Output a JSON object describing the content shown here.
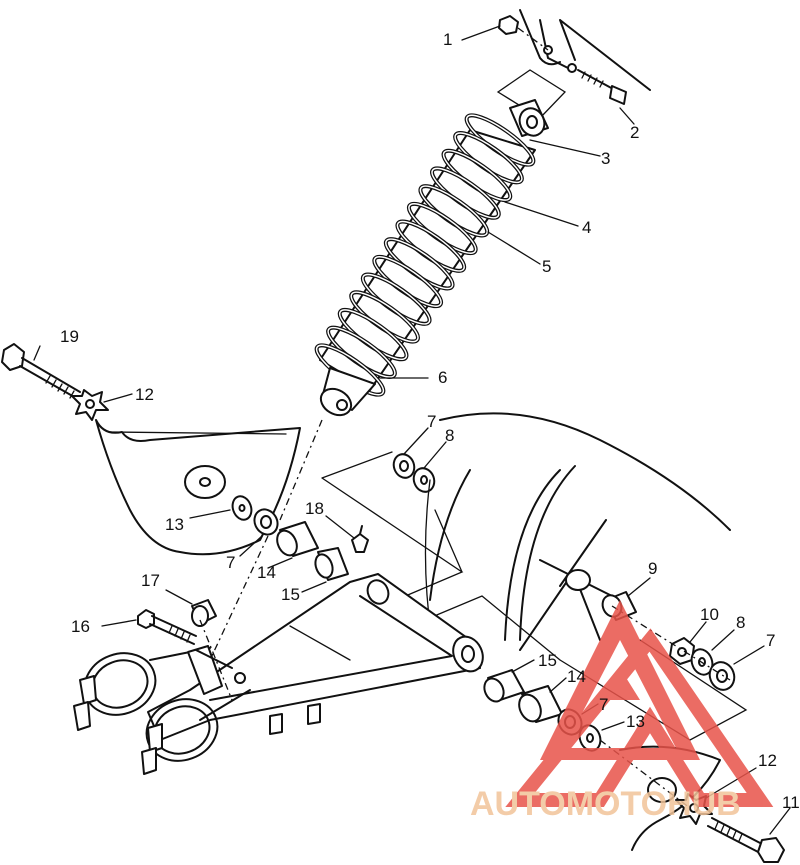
{
  "callouts": [
    {
      "id": "c1",
      "text": "1"
    },
    {
      "id": "c2",
      "text": "2"
    },
    {
      "id": "c3",
      "text": "3"
    },
    {
      "id": "c4",
      "text": "4"
    },
    {
      "id": "c5",
      "text": "5"
    },
    {
      "id": "c6",
      "text": "6"
    },
    {
      "id": "c7a",
      "text": "7"
    },
    {
      "id": "c8a",
      "text": "8"
    },
    {
      "id": "c19",
      "text": "19"
    },
    {
      "id": "c12a",
      "text": "12"
    },
    {
      "id": "c13a",
      "text": "13"
    },
    {
      "id": "c7b",
      "text": "7"
    },
    {
      "id": "c14a",
      "text": "14"
    },
    {
      "id": "c18",
      "text": "18"
    },
    {
      "id": "c15a",
      "text": "15"
    },
    {
      "id": "c17",
      "text": "17"
    },
    {
      "id": "c16",
      "text": "16"
    },
    {
      "id": "c9",
      "text": "9"
    },
    {
      "id": "c10",
      "text": "10"
    },
    {
      "id": "c8b",
      "text": "8"
    },
    {
      "id": "c7c",
      "text": "7"
    },
    {
      "id": "c15b",
      "text": "15"
    },
    {
      "id": "c14b",
      "text": "14"
    },
    {
      "id": "c7d",
      "text": "7"
    },
    {
      "id": "c13b",
      "text": "13"
    },
    {
      "id": "c12b",
      "text": "12"
    },
    {
      "id": "c11",
      "text": "11"
    }
  ],
  "watermark": {
    "text": "AUTOMOTOHUB",
    "color": "#e8534a",
    "text_color": "#f2c49a"
  }
}
